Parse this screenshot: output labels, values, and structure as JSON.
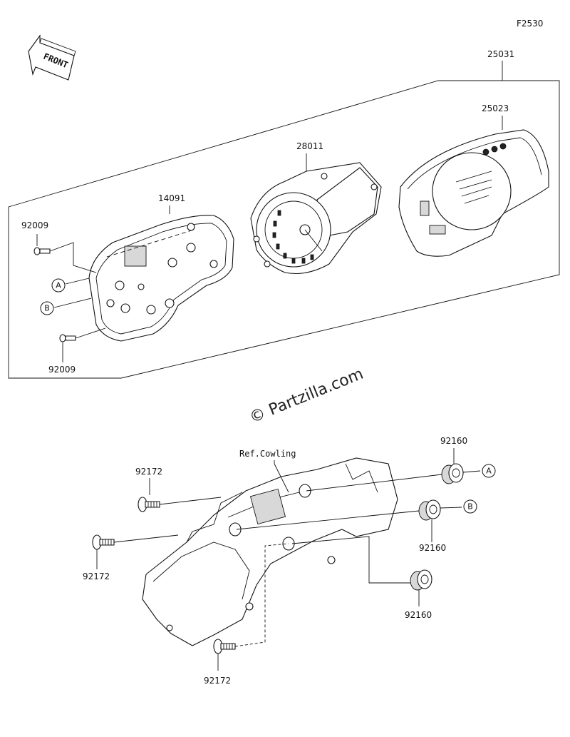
{
  "figure_code": "F2530",
  "front_label": "FRONT",
  "watermark": "© Partzilla.com",
  "ref_label": "Ref.Cowling",
  "parts": {
    "meter_assy": "25031",
    "cover": "25023",
    "meter": "28011",
    "case": "14091",
    "screw_top": "92009",
    "screw_bottom": "92009",
    "grommet_a": "92160",
    "grommet_b": "92160",
    "grommet_c": "92160",
    "bolt_top": "92172",
    "bolt_mid": "92172",
    "bolt_bottom": "92172"
  },
  "callouts": {
    "a_left": "A",
    "b_left": "B",
    "a_right": "A",
    "b_right": "B"
  }
}
